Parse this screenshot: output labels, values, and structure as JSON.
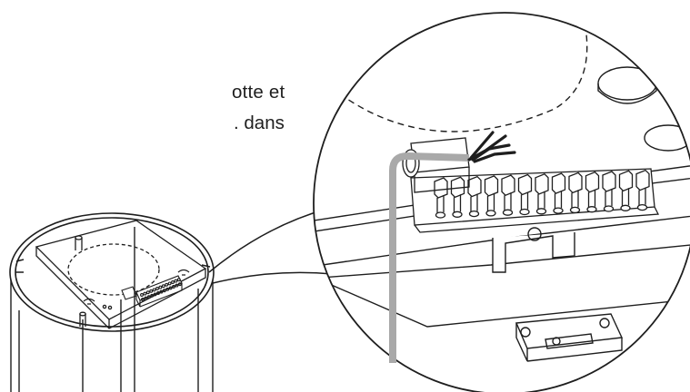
{
  "instruction_text": {
    "line1": "otte  et",
    "line2": ". dans"
  },
  "colors": {
    "stroke": "#1e1e1e",
    "cable": "#a9a9a9",
    "background": "#ffffff"
  },
  "terminal_block": {
    "pin_count": 13
  }
}
